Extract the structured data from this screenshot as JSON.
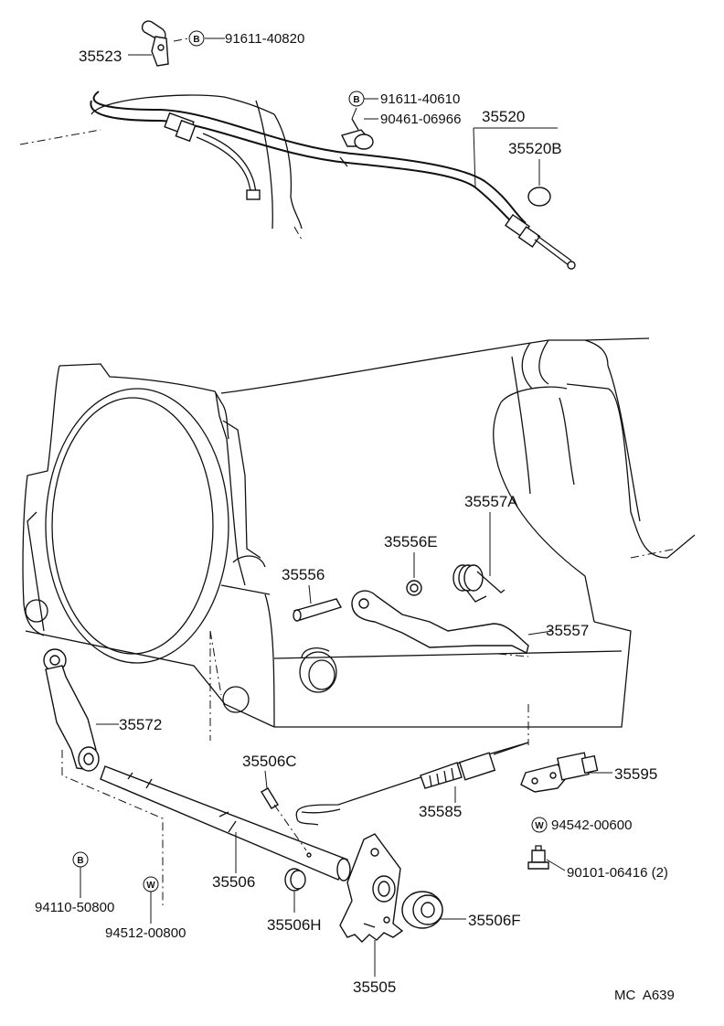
{
  "labels": {
    "p35523": "35523",
    "p91611_40820": "91611-40820",
    "p91611_40610": "91611-40610",
    "p90461_06966": "90461-06966",
    "p35520": "35520",
    "p35520B": "35520B",
    "p35557A": "35557A",
    "p35556E": "35556E",
    "p35556": "35556",
    "p35557": "35557",
    "p35572": "35572",
    "p35506C": "35506C",
    "p35595": "35595",
    "p35585": "35585",
    "p94542_00600": "94542-00600",
    "p90101_06416": "90101-06416 (2)",
    "p35506": "35506",
    "p35506H": "35506H",
    "p35506F": "35506F",
    "p94110_50800": "94110-50800",
    "p94512_00800": "94512-00800",
    "p35505": "35505",
    "ref_code": "MC  A639"
  },
  "symbols": {
    "bolt": "B",
    "washer": "W"
  }
}
